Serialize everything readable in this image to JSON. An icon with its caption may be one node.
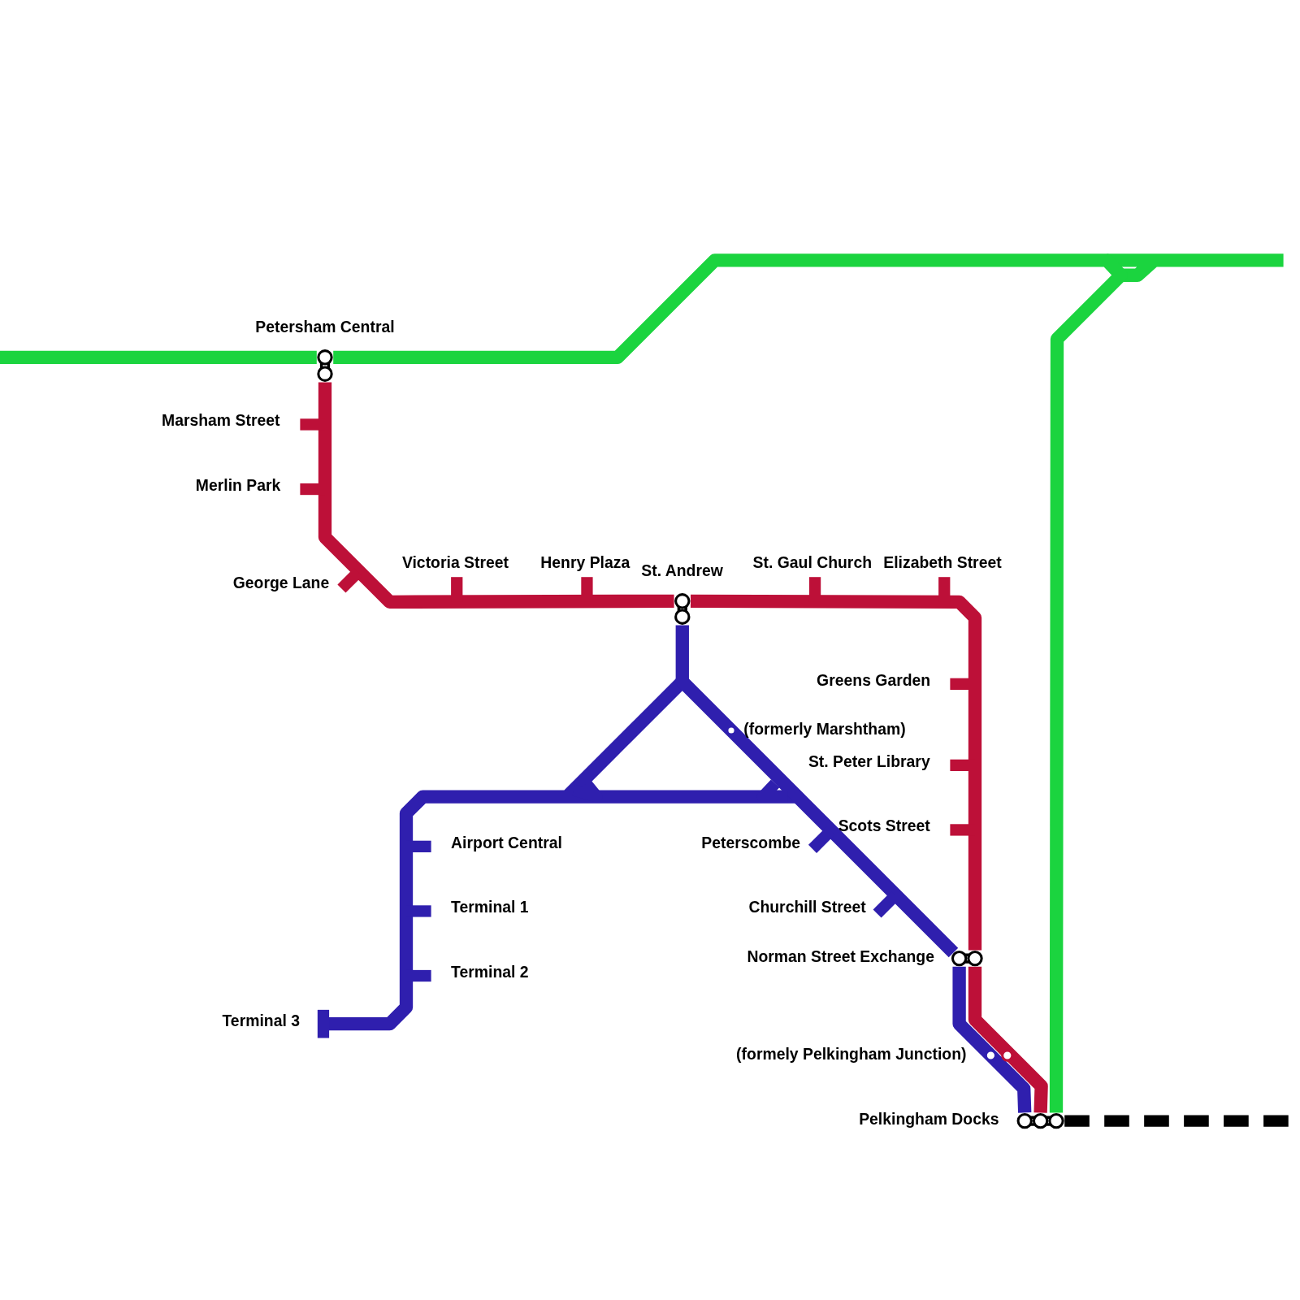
{
  "diagram": {
    "nodes": [
      {
        "text": [],
        "shape": "circle",
        "beside": [
          "Petersham Central"
        ]
      },
      {
        "text": [],
        "shape": "circle",
        "beside": [
          "St. Andrew"
        ]
      },
      {
        "text": [],
        "shape": "circle",
        "beside": [
          "Norman Street Exchange"
        ]
      },
      {
        "text": [],
        "shape": "circle",
        "beside": [
          "Pelkingham Docks"
        ]
      }
    ],
    "edges": [
      {
        "from": null,
        "to": 0,
        "arrow": "none",
        "color": "#1bd43f"
      },
      {
        "from": 0,
        "to": 3,
        "arrow": "none",
        "color": "#1bd43f"
      },
      {
        "from": 0,
        "to": 1,
        "arrow": "none",
        "color": "#bd1038"
      },
      {
        "from": 1,
        "to": 2,
        "arrow": "none",
        "color": "#bd1038"
      },
      {
        "from": 2,
        "to": 3,
        "arrow": "none",
        "color": "#bd1038"
      },
      {
        "from": 1,
        "to": 2,
        "arrow": "none",
        "color": "#2f1fae"
      },
      {
        "from": 2,
        "to": 3,
        "arrow": "none",
        "color": "#2f1fae"
      },
      {
        "from": 3,
        "to": null,
        "arrow": "none",
        "style": "dashed",
        "color": "#000000"
      }
    ],
    "labels": [
      "Marsham Street",
      "Merlin Park",
      "Victoria Street",
      "Henry Plaza",
      "St. Gaul Church",
      "Elizabeth Street",
      "George Lane",
      "Greens Garden",
      "(formerly Marshtham)",
      "St. Peter Library",
      "Scots Street",
      "Airport Central",
      "Peterscombe",
      "Terminal 1",
      "Churchill Street",
      "Terminal 2",
      "Terminal 3",
      "(formely Pelkingham Junction)"
    ]
  }
}
